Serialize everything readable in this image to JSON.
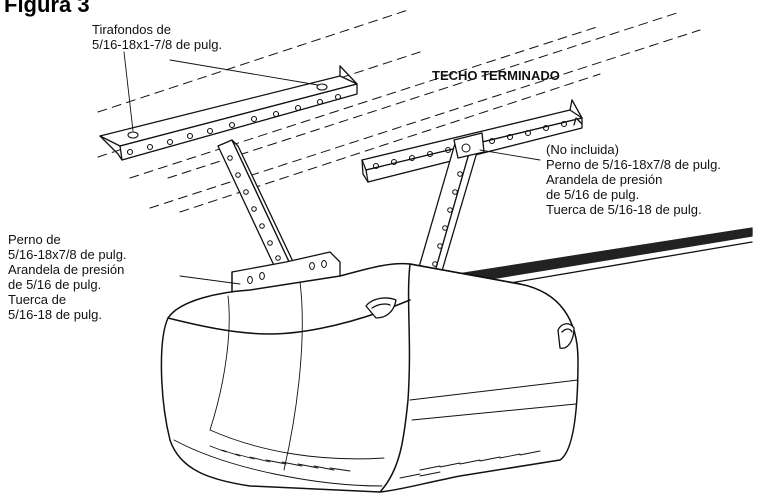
{
  "figure": {
    "title": "Figura 3",
    "ceiling_label": "TECHO TERMINADO",
    "lag_screws": [
      "Tirafondos de",
      "5/16-18x1-7/8 de pulg."
    ],
    "right_hardware": [
      "(No incluida)",
      "Perno de 5/16-18x7/8 de pulg.",
      "Arandela de presión",
      "de 5/16 de pulg.",
      "Tuerca de 5/16-18 de pulg."
    ],
    "left_hardware": [
      "Perno de",
      "5/16-18x7/8 de pulg.",
      "Arandela de presión",
      "de 5/16 de pulg.",
      "Tuerca de",
      "5/16-18 de pulg."
    ]
  }
}
